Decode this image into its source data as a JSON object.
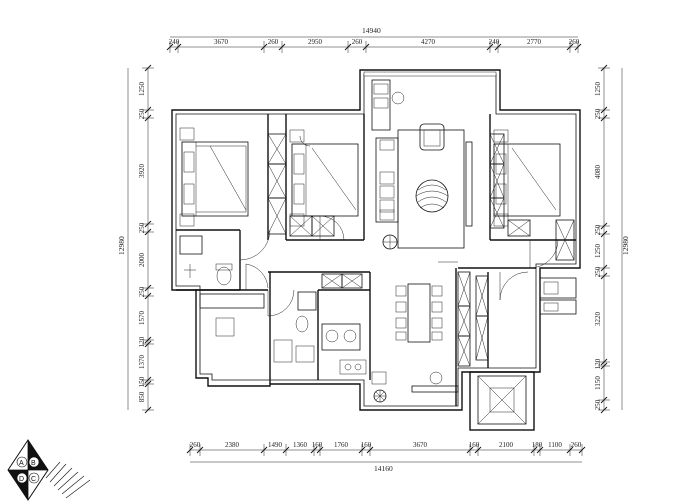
{
  "top_dimensions": {
    "total": "14940",
    "segments": [
      "240",
      "3670",
      "260",
      "2950",
      "260",
      "4270",
      "240",
      "2770",
      "260"
    ]
  },
  "bottom_dimensions": {
    "total": "14160",
    "segments": [
      "260",
      "2380",
      "1490",
      "1360",
      "160",
      "1760",
      "160",
      "3670",
      "160",
      "2100",
      "180",
      "1100",
      "260"
    ]
  },
  "left_dimensions": {
    "total": "12980",
    "segments": [
      "1250",
      "250",
      "3920",
      "250",
      "2000",
      "250",
      "1570",
      "120",
      "1370",
      "150",
      "850"
    ]
  },
  "right_dimensions": {
    "total": "12980",
    "segments": [
      "1250",
      "250",
      "4080",
      "250",
      "1250",
      "250",
      "3220",
      "120",
      "1150",
      "250"
    ]
  },
  "logo": {
    "letters": [
      "A",
      "B",
      "C",
      "D"
    ]
  }
}
